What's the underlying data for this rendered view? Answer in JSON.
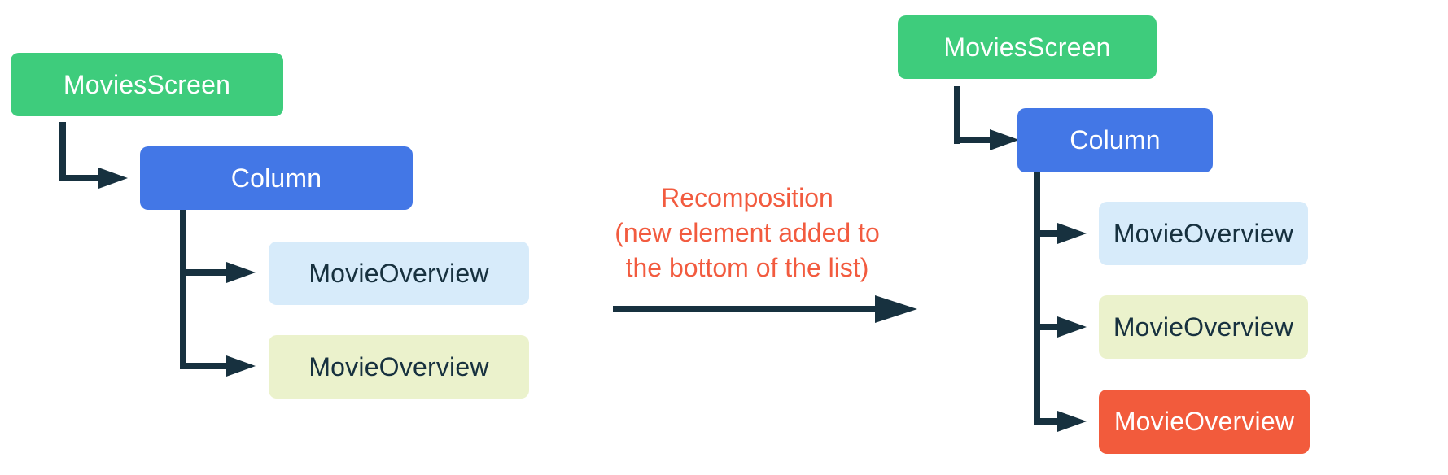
{
  "diagram": {
    "before": {
      "root": "MoviesScreen",
      "container": "Column",
      "children": [
        {
          "label": "MovieOverview",
          "state": "existing"
        },
        {
          "label": "MovieOverview",
          "state": "existing"
        }
      ]
    },
    "annotation": {
      "line1": "Recomposition",
      "line2": "(new element added to",
      "line3": "the bottom of the list)"
    },
    "after": {
      "root": "MoviesScreen",
      "container": "Column",
      "children": [
        {
          "label": "MovieOverview",
          "state": "existing"
        },
        {
          "label": "MovieOverview",
          "state": "existing"
        },
        {
          "label": "MovieOverview",
          "state": "newly-composed"
        }
      ]
    },
    "colors": {
      "root_green": "#3ECC7C",
      "column_blue": "#4377E6",
      "child_light_blue": "#D7EBFA",
      "child_light_green": "#EBF2CC",
      "child_new_red": "#F25B3C",
      "annotation_text": "#F25B3F",
      "connector_navy": "#17313F",
      "background": "#FFFFFF"
    }
  }
}
